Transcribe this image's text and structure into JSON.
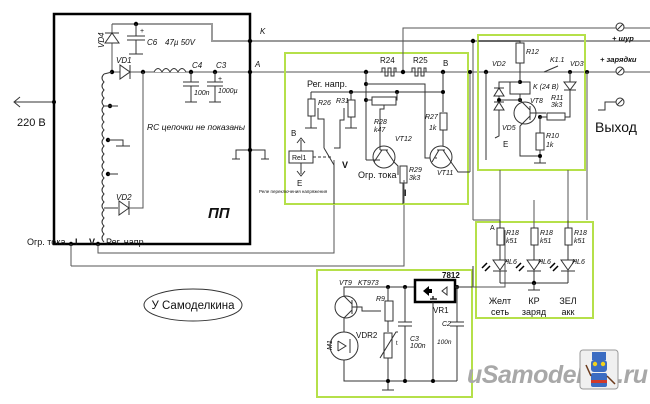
{
  "diagram": {
    "title_oval": "У Самоделкина",
    "watermark": "uSamodelkin.ru",
    "power_unit": {
      "label": "ПП",
      "input_voltage": "220 В",
      "note": "RC цепочки не показаны",
      "components": {
        "vd4": "VD4",
        "c6": "C6",
        "c6_value": "47µ 50V",
        "vd1": "VD1",
        "vd2": "VD2",
        "c4": "C4",
        "c4_value": "100n",
        "c3": "C3",
        "c3_value": "1000µ"
      },
      "nodes": {
        "k": "K",
        "a": "A"
      },
      "pins": {
        "i": "I",
        "v": "V"
      },
      "pin_labels": {
        "current_limit": "Огр. тока",
        "voltage_reg": "Рег. напр."
      }
    },
    "regulator_block": {
      "label_voltage_reg": "Рег. напр.",
      "label_current_limit": "Огр. тока",
      "relay_caption": "Реле переключения напряжения",
      "components": {
        "r24": "R24",
        "r25": "R25",
        "r26": "R26",
        "r31": "R31",
        "r28": "R28",
        "r28_value": "k47",
        "r27": "R27",
        "r27_value": "1k",
        "r29": "R29",
        "r29_value": "3k3",
        "vt12": "VT12",
        "vt11": "VT11",
        "rel1": "Rel1"
      },
      "nodes": {
        "b": "B",
        "b_up": "B",
        "e_down": "E",
        "v": "V",
        "i": "I"
      }
    },
    "output_block": {
      "components": {
        "r12": "R12",
        "k11": "K1.1",
        "vd2": "VD2",
        "vd3": "VD3",
        "relay": "K (24 B)",
        "vt8": "VT8",
        "r11": "R11",
        "r11_value": "3k3",
        "vd5": "VD5",
        "r10": "R10",
        "r10_value": "1k",
        "e": "E"
      },
      "terminals": {
        "shur": "+ шур",
        "charge": "+ зарядки",
        "output": "Выход"
      }
    },
    "led_block": {
      "node": "A",
      "leds": [
        {
          "resistor": "R18",
          "value": "k51",
          "led": "HL6",
          "color": "Желт",
          "meaning": "сеть"
        },
        {
          "resistor": "R18",
          "value": "k51",
          "led": "HL6",
          "color": "КР",
          "meaning": "заряд"
        },
        {
          "resistor": "R18",
          "value": "k51",
          "led": "HL6",
          "color": "ЗЕЛ",
          "meaning": "акк"
        }
      ]
    },
    "fan_block": {
      "components": {
        "vt9": "VT9",
        "vt9_type": "KT973",
        "r9": "R9",
        "m1": "M1",
        "vdr2": "VDR2",
        "vdr2_t": "t",
        "c3": "C3",
        "c3_value": "100n",
        "vr1": "VR1",
        "vr1_type": "7812",
        "c2": "C2",
        "c2_value": "100n"
      }
    }
  }
}
